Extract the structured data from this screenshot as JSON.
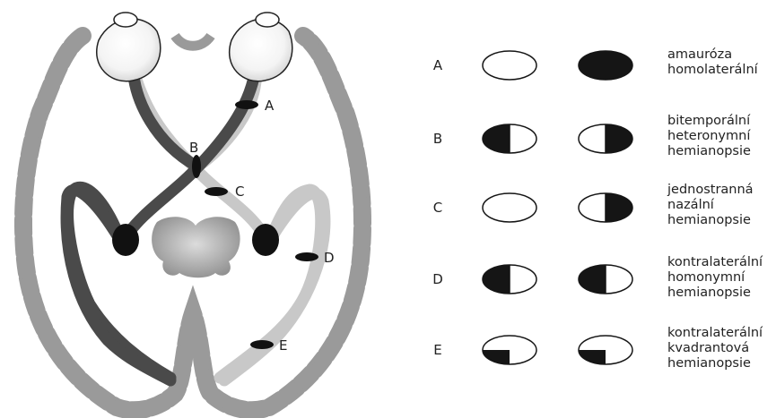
{
  "diagram": {
    "lesion_labels": [
      "A",
      "B",
      "C",
      "D",
      "E"
    ]
  },
  "legend": {
    "rows": [
      {
        "letter": "A",
        "left_eye": "blank",
        "right_eye": "full",
        "description": [
          "amauróza",
          "homolaterální"
        ]
      },
      {
        "letter": "B",
        "left_eye": "left_half",
        "right_eye": "right_half",
        "description": [
          "bitemporální",
          "heteronymní",
          "hemianopsie"
        ]
      },
      {
        "letter": "C",
        "left_eye": "blank",
        "right_eye": "right_half",
        "description": [
          "jednostranná",
          "nazální",
          "hemianopsie"
        ]
      },
      {
        "letter": "D",
        "left_eye": "left_half",
        "right_eye": "left_half",
        "description": [
          "kontralaterální",
          "homonymní",
          "hemianopsie"
        ]
      },
      {
        "letter": "E",
        "left_eye": "lower_left_quadrant",
        "right_eye": "lower_left_quadrant",
        "description": [
          "kontralaterální",
          "kvadrantová",
          "hemianopsie"
        ]
      }
    ]
  },
  "colors": {
    "brain_outline": "#9a9a9a",
    "dark_pathway": "#4a4a4a",
    "light_pathway": "#c8c8c8",
    "lesion": "#111111",
    "thalamus": "#aaaaaa"
  }
}
